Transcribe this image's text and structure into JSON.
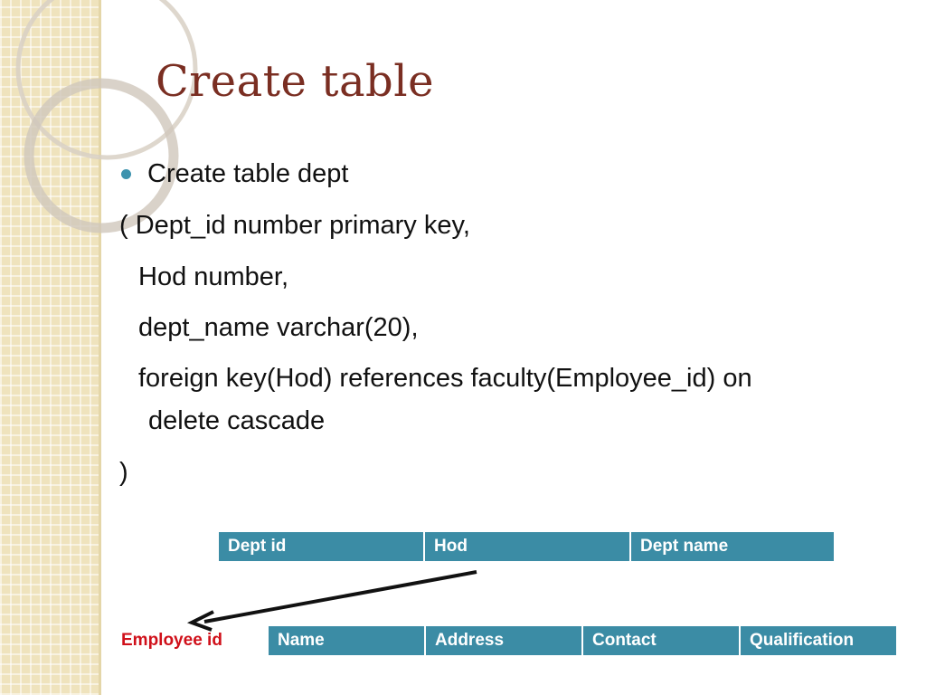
{
  "slide": {
    "title": "Create table",
    "bullet": "Create table dept",
    "lines": [
      "( Dept_id number primary key,",
      "Hod number,",
      "dept_name varchar(20),",
      "foreign key(Hod) references faculty(Employee_id) on",
      "delete cascade",
      ")"
    ]
  },
  "dept_table": {
    "columns": [
      "Dept id",
      "Hod",
      "Dept name"
    ]
  },
  "employee_table": {
    "columns": [
      "Employee id",
      "Name",
      "Address",
      "Contact",
      "Qualification"
    ],
    "highlight_color": "#d0101a"
  },
  "colors": {
    "title": "#7a2e22",
    "table_header": "#3b8ca5",
    "bullet": "#3d93ae",
    "side_strip": "#efe3bd"
  }
}
